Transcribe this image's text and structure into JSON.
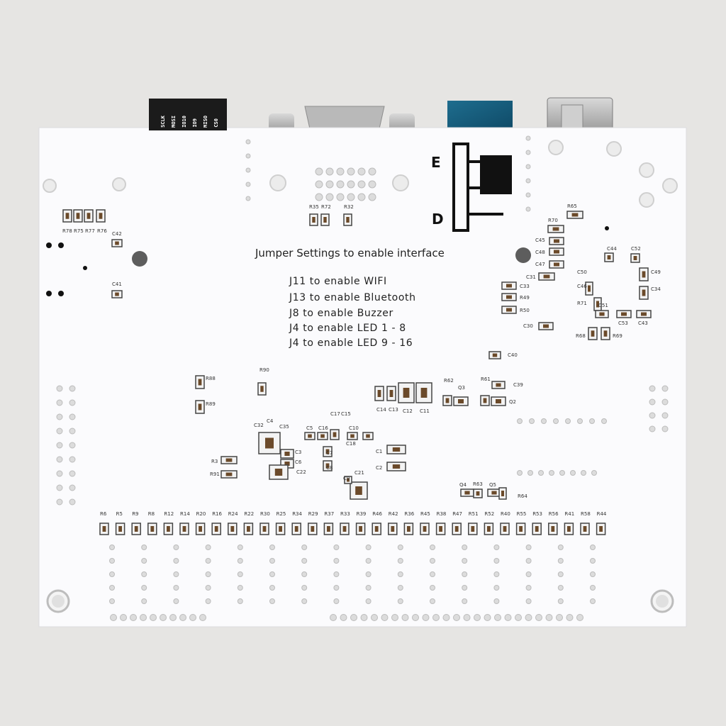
{
  "silkscreen": {
    "title": "Jumper Settings to  enable interface",
    "lines": [
      "J11 to enable WIFI",
      "J13 to enable Bluetooth",
      "J8 to enable Buzzer",
      "J4 to enable LED 1 - 8",
      "J4 to enable LED 9 - 16"
    ]
  },
  "jumper_marks": {
    "enable": "E",
    "disable": "D"
  },
  "header_pins": [
    "SCLK",
    "MOSI",
    "IO10",
    "IO9",
    "MISO",
    "CS0"
  ],
  "resistor_row_labels": [
    "R6",
    "R5",
    "R9",
    "R8",
    "R12",
    "R14",
    "R20",
    "R16",
    "R24",
    "R22",
    "R30",
    "R25",
    "R34",
    "R29",
    "R37",
    "R33",
    "R39",
    "R46",
    "R42",
    "R36",
    "R45",
    "R38",
    "R47",
    "R51",
    "R52",
    "R40",
    "R55",
    "R53",
    "R56",
    "R41",
    "R58",
    "R44"
  ],
  "component_labels": [
    {
      "id": "R78",
      "name": "r78"
    },
    {
      "id": "R75",
      "name": "r75"
    },
    {
      "id": "R77",
      "name": "r77"
    },
    {
      "id": "R76",
      "name": "r76"
    },
    {
      "id": "C42",
      "name": "c42"
    },
    {
      "id": "C41",
      "name": "c41"
    },
    {
      "id": "R35",
      "name": "r35"
    },
    {
      "id": "R72",
      "name": "r72"
    },
    {
      "id": "R32",
      "name": "r32"
    },
    {
      "id": "R65",
      "name": "r65"
    },
    {
      "id": "R70",
      "name": "r70"
    },
    {
      "id": "C45",
      "name": "c45"
    },
    {
      "id": "C48",
      "name": "c48"
    },
    {
      "id": "C47",
      "name": "c47"
    },
    {
      "id": "C31",
      "name": "c31"
    },
    {
      "id": "C33",
      "name": "c33"
    },
    {
      "id": "R49",
      "name": "r49"
    },
    {
      "id": "R50",
      "name": "r50"
    },
    {
      "id": "C30",
      "name": "c30"
    },
    {
      "id": "C44",
      "name": "c44"
    },
    {
      "id": "C52",
      "name": "c52"
    },
    {
      "id": "C50",
      "name": "c50"
    },
    {
      "id": "C46",
      "name": "c46"
    },
    {
      "id": "C49",
      "name": "c49"
    },
    {
      "id": "C34",
      "name": "c34"
    },
    {
      "id": "R71",
      "name": "r71"
    },
    {
      "id": "C51",
      "name": "c51"
    },
    {
      "id": "C53",
      "name": "c53"
    },
    {
      "id": "C43",
      "name": "c43"
    },
    {
      "id": "R68",
      "name": "r68"
    },
    {
      "id": "R69",
      "name": "r69"
    },
    {
      "id": "C40",
      "name": "c40"
    },
    {
      "id": "R62",
      "name": "r62"
    },
    {
      "id": "Q3",
      "name": "q3"
    },
    {
      "id": "R61",
      "name": "r61"
    },
    {
      "id": "C39",
      "name": "c39"
    },
    {
      "id": "Q2",
      "name": "q2"
    },
    {
      "id": "C14",
      "name": "c14"
    },
    {
      "id": "C13",
      "name": "c13"
    },
    {
      "id": "C12",
      "name": "c12"
    },
    {
      "id": "C11",
      "name": "c11"
    },
    {
      "id": "R88",
      "name": "r88"
    },
    {
      "id": "R89",
      "name": "r89"
    },
    {
      "id": "R90",
      "name": "r90"
    },
    {
      "id": "C32",
      "name": "c32"
    },
    {
      "id": "C4",
      "name": "c4"
    },
    {
      "id": "C35",
      "name": "c35"
    },
    {
      "id": "C3",
      "name": "c3"
    },
    {
      "id": "C6",
      "name": "c6"
    },
    {
      "id": "C22",
      "name": "c22"
    },
    {
      "id": "R3",
      "name": "r3"
    },
    {
      "id": "R91",
      "name": "r91"
    },
    {
      "id": "C5",
      "name": "c5"
    },
    {
      "id": "C16",
      "name": "c16"
    },
    {
      "id": "C17",
      "name": "c17"
    },
    {
      "id": "C15",
      "name": "c15"
    },
    {
      "id": "C10",
      "name": "c10"
    },
    {
      "id": "C18",
      "name": "c18"
    },
    {
      "id": "C7",
      "name": "c7"
    },
    {
      "id": "C8",
      "name": "c8"
    },
    {
      "id": "C9",
      "name": "c9"
    },
    {
      "id": "C21",
      "name": "c21"
    },
    {
      "id": "C1",
      "name": "c1"
    },
    {
      "id": "C2",
      "name": "c2"
    },
    {
      "id": "Q4",
      "name": "q4"
    },
    {
      "id": "R63",
      "name": "r63"
    },
    {
      "id": "Q5",
      "name": "q5"
    },
    {
      "id": "R64",
      "name": "r64"
    }
  ]
}
